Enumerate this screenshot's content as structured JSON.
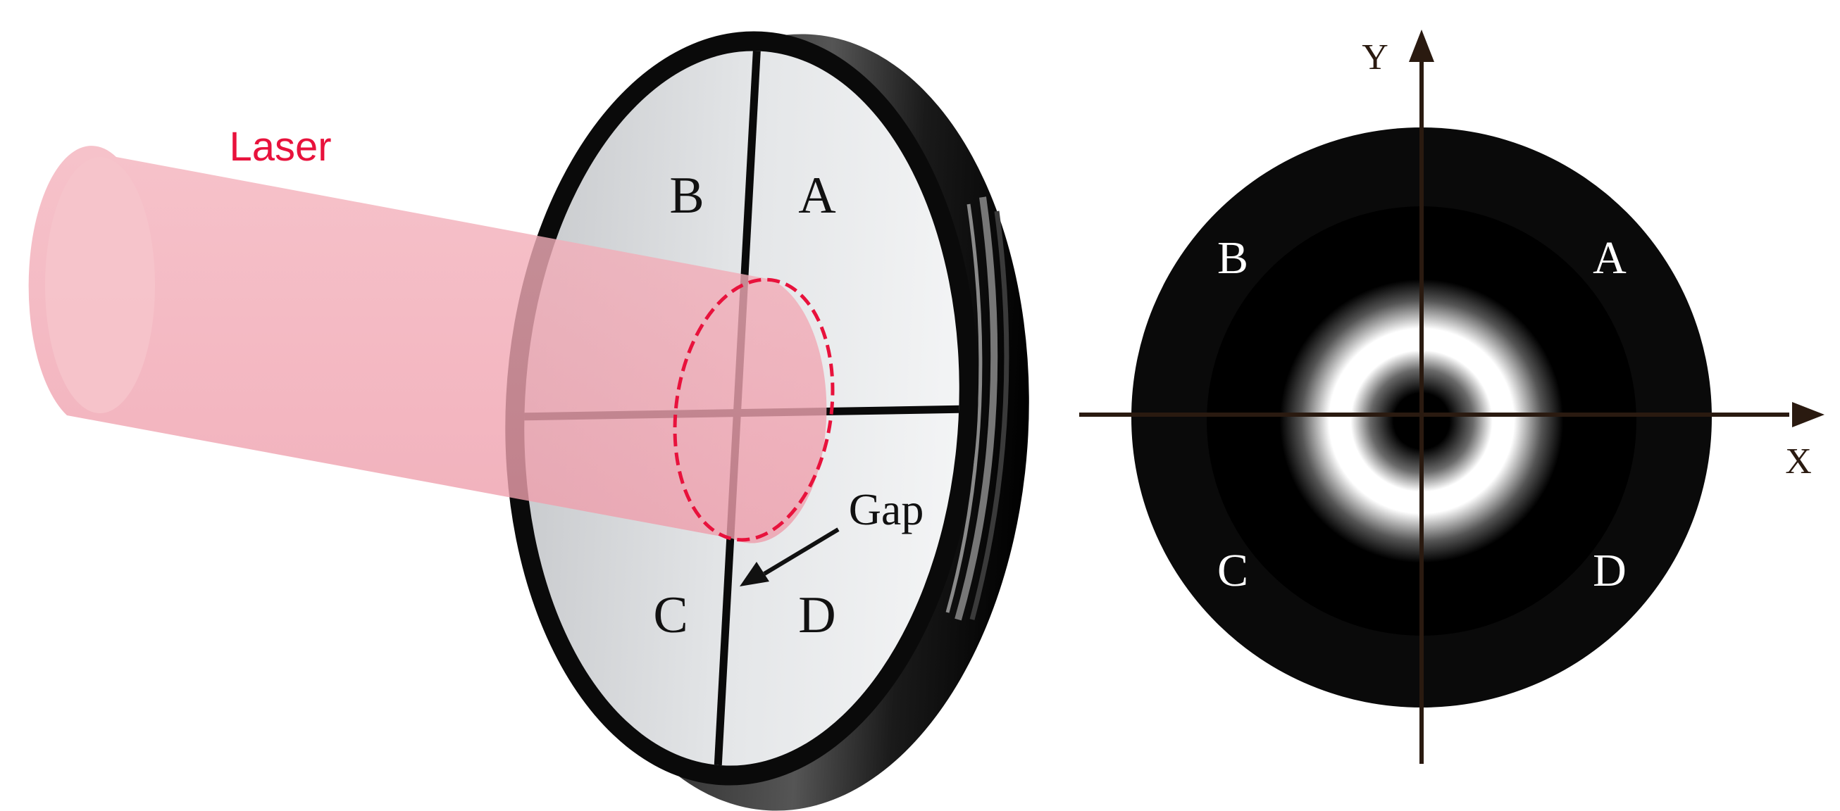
{
  "detector_diagram": {
    "beam_label": "Laser",
    "gap_label": "Gap",
    "quadrants": {
      "a": "A",
      "b": "B",
      "c": "C",
      "d": "D"
    }
  },
  "spot_diagram": {
    "x_axis_label": "X",
    "y_axis_label": "Y",
    "quadrants": {
      "a": "A",
      "b": "B",
      "c": "C",
      "d": "D"
    }
  },
  "colors": {
    "laser_beam": "#f2a9b4",
    "laser_label": "#e8123c",
    "spot_outline": "#e8123c",
    "detector_frame": "#0a0a0a",
    "detector_face": "#e6e8ea",
    "spot_background": "#0a0a0a",
    "spot_ring": "#ffffff",
    "axes": "#2a1a10"
  }
}
